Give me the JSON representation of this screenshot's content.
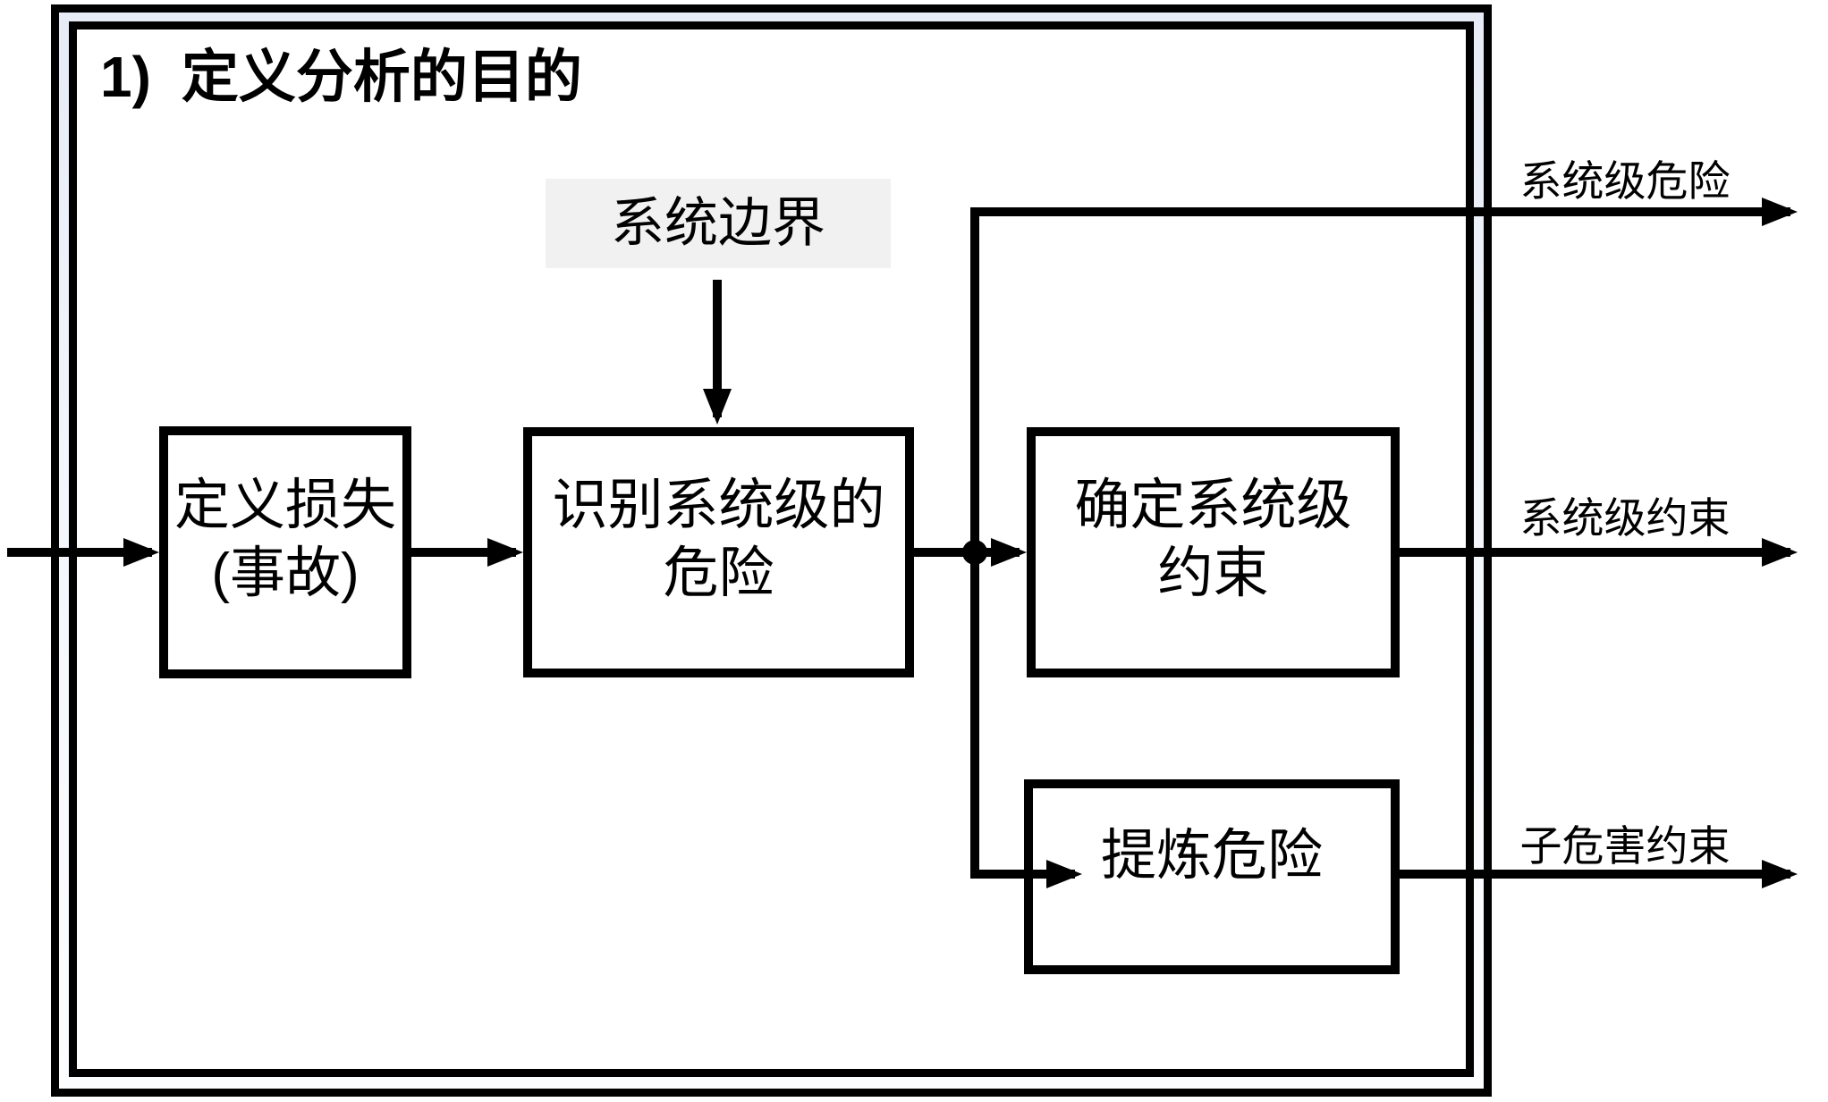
{
  "diagram": {
    "title_number": "1)",
    "title_text": "定义分析的目的",
    "boundary_input_label": "系统边界",
    "boxes": [
      {
        "id": "define-losses",
        "line1": "定义损失",
        "line2": "(事故)"
      },
      {
        "id": "identify-hazards",
        "line1": "识别系统级的",
        "line2": "危险"
      },
      {
        "id": "determine-constraints",
        "line1": "确定系统级",
        "line2": "约束"
      },
      {
        "id": "refine-hazards",
        "line1": "提炼危险",
        "line2": ""
      }
    ],
    "outputs": [
      {
        "label": "系统级危险"
      },
      {
        "label": "系统级约束"
      },
      {
        "label": "子危害约束"
      }
    ],
    "colors": {
      "line": "#000000",
      "frame_band_top": "#e7ebf5",
      "frame_band_bottom": "#fcfdfe",
      "boundary_label_bg": "#f1f1f1",
      "background": "#ffffff"
    }
  }
}
